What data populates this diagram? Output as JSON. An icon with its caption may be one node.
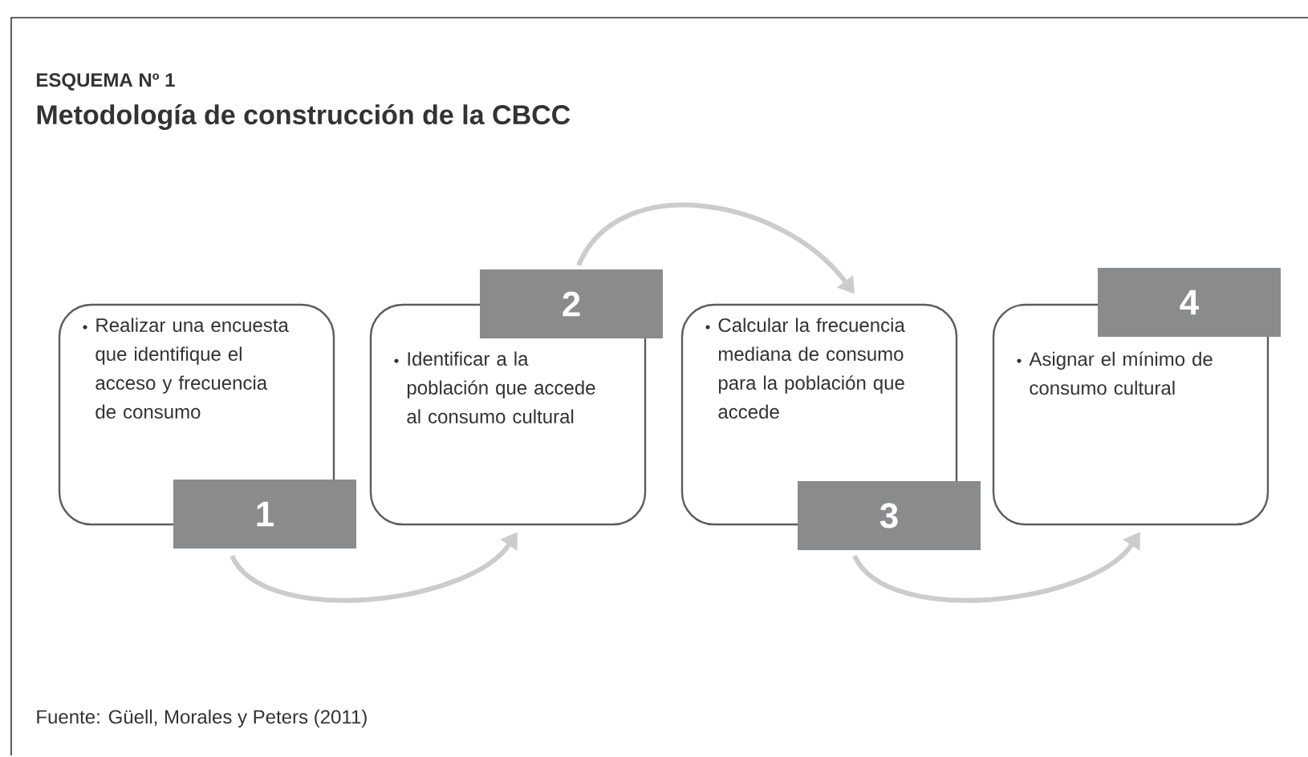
{
  "diagram": {
    "title": "Metodología de construcción de la CBCC",
    "caption": "Fuente: Güell, Morales y Peters (2011)",
    "labels": [
      "ESQUEMA Nº 1"
    ],
    "nodes": [
      {
        "text": [
          "Realizar una encuesta que identifique el acceso y frecuencia de consumo",
          "1"
        ]
      },
      {
        "text": [
          "2",
          "Identificar a la población que accede al consumo cultural"
        ]
      },
      {
        "text": [
          "Calcular la frecuencia mediana de consumo para la población que accede",
          "3"
        ]
      },
      {
        "text": [
          "4",
          "Asignar el mínimo de consumo cultural"
        ]
      }
    ],
    "edges": [
      {
        "from": 0,
        "to": 1,
        "arrow": "to"
      },
      {
        "from": 1,
        "to": 2,
        "arrow": "to"
      },
      {
        "from": 2,
        "to": 3,
        "arrow": "to"
      }
    ]
  }
}
